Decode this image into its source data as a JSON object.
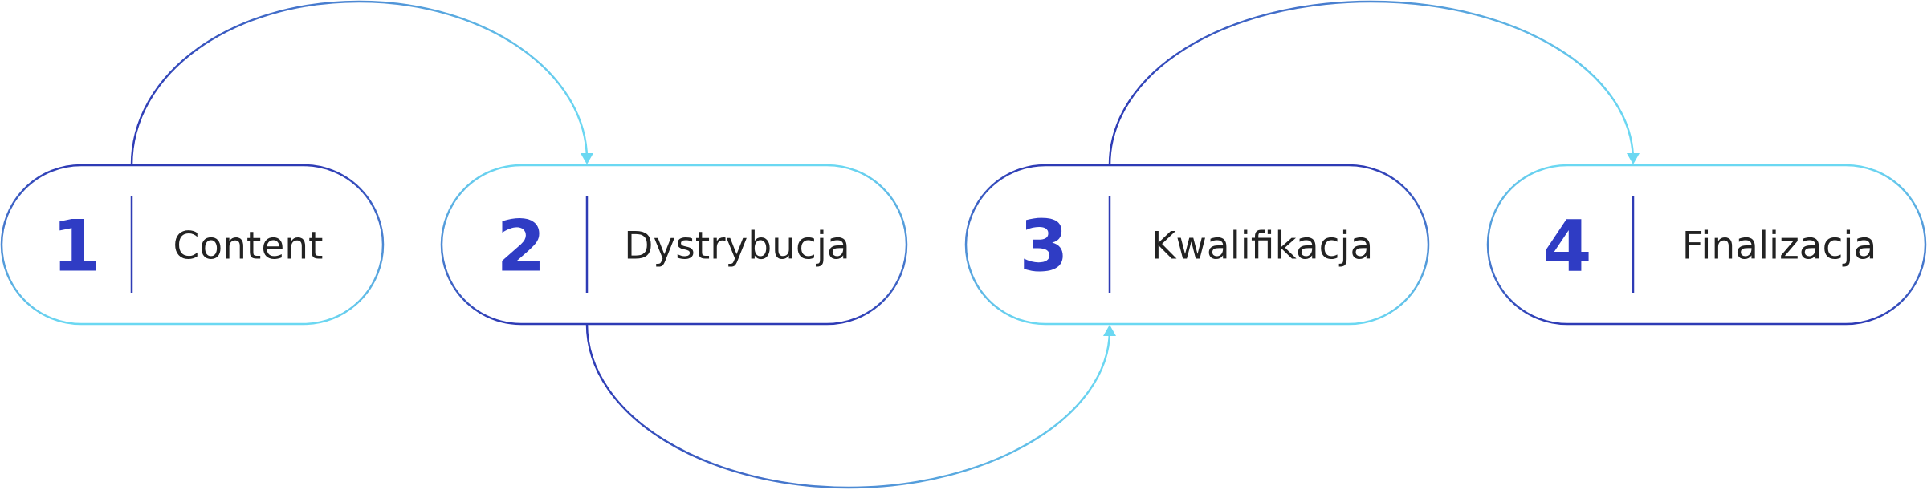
{
  "colors": {
    "dark": "#2e3bb5",
    "light": "#6bd8f2",
    "number": "#2f3cc4",
    "text": "#222222"
  },
  "steps": [
    {
      "number": "1",
      "label": "Content"
    },
    {
      "number": "2",
      "label": "Dystrybucja"
    },
    {
      "number": "3",
      "label": "Kwalifikacja"
    },
    {
      "number": "4",
      "label": "Finalizacja"
    }
  ]
}
